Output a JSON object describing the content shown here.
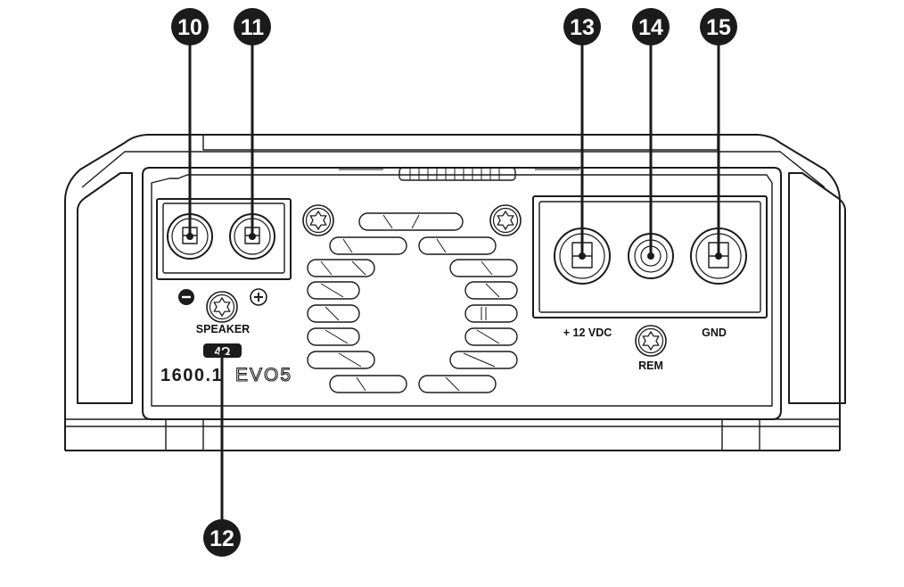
{
  "colors": {
    "ink": "#1b1b1b",
    "callout_fill": "#1b1b1b",
    "callout_text": "#ffffff",
    "background": "#ffffff"
  },
  "callouts": [
    {
      "number": "10",
      "target": "speaker-terminal-negative"
    },
    {
      "number": "11",
      "target": "speaker-terminal-positive"
    },
    {
      "number": "12",
      "target": "impedance-badge"
    },
    {
      "number": "13",
      "target": "power-terminal-12vdc"
    },
    {
      "number": "14",
      "target": "remote-terminal"
    },
    {
      "number": "15",
      "target": "ground-terminal"
    }
  ],
  "labels": {
    "minus": "−",
    "plus": "+",
    "speaker": "SPEAKER",
    "impedance": "4Ω",
    "model_number": "1600.1",
    "model_series": "EVO5",
    "power": "+ 12 VDC",
    "remote": "REM",
    "ground": "GND"
  },
  "icons": [
    "torx-screw-icon",
    "terminal-screw-icon",
    "polarity-minus-icon",
    "polarity-plus-icon"
  ]
}
